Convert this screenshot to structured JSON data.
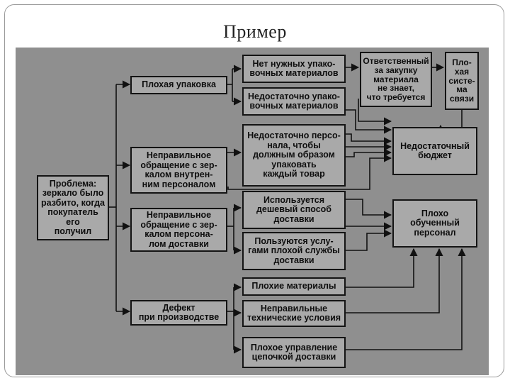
{
  "slide": {
    "title": "Пример"
  },
  "diagram": {
    "problem": "Проблема:\nзеркало было\nразбито, когда\nпокупатель его\nполучил",
    "causes": {
      "bad_packaging": "Плохая упаковка",
      "internal_handling": "Неправильное\nобращение с зер-\nкалом внутрен-\nним персоналом",
      "delivery_handling": "Неправильное\nобращение с зер-\nкалом персона-\nлом доставки",
      "production_defect": "Дефект\nпри производстве"
    },
    "subcauses": {
      "no_materials": "Нет нужных упако-\nвочных материалов",
      "insufficient_materials": "Недостаточно упако-\nвочных материалов",
      "insufficient_staff": "Недостаточно персо-\nнала, чтобы\nдолжным образом\nупаковать\nкаждый товар",
      "cheap_delivery": "Используется\nдешевый способ\nдоставки",
      "poor_delivery_service": "Пользуются услу-\nгами плохой службы\nдоставки",
      "bad_materials": "Плохие материалы",
      "wrong_specs": "Неправильные\nтехнические условия",
      "poor_supply_chain": "Плохое управление\nцепочкой доставки"
    },
    "root_causes": {
      "purchaser_unaware": "Ответственный\nза закупку\nматериала\nне знает,\nчто требуется",
      "bad_comms": "Пло-\nхая\nсисте-\nма\nсвязи",
      "low_budget": "Недостаточный\nбюджет",
      "poor_training": "Плохо\nобученный\nперсонал"
    }
  }
}
